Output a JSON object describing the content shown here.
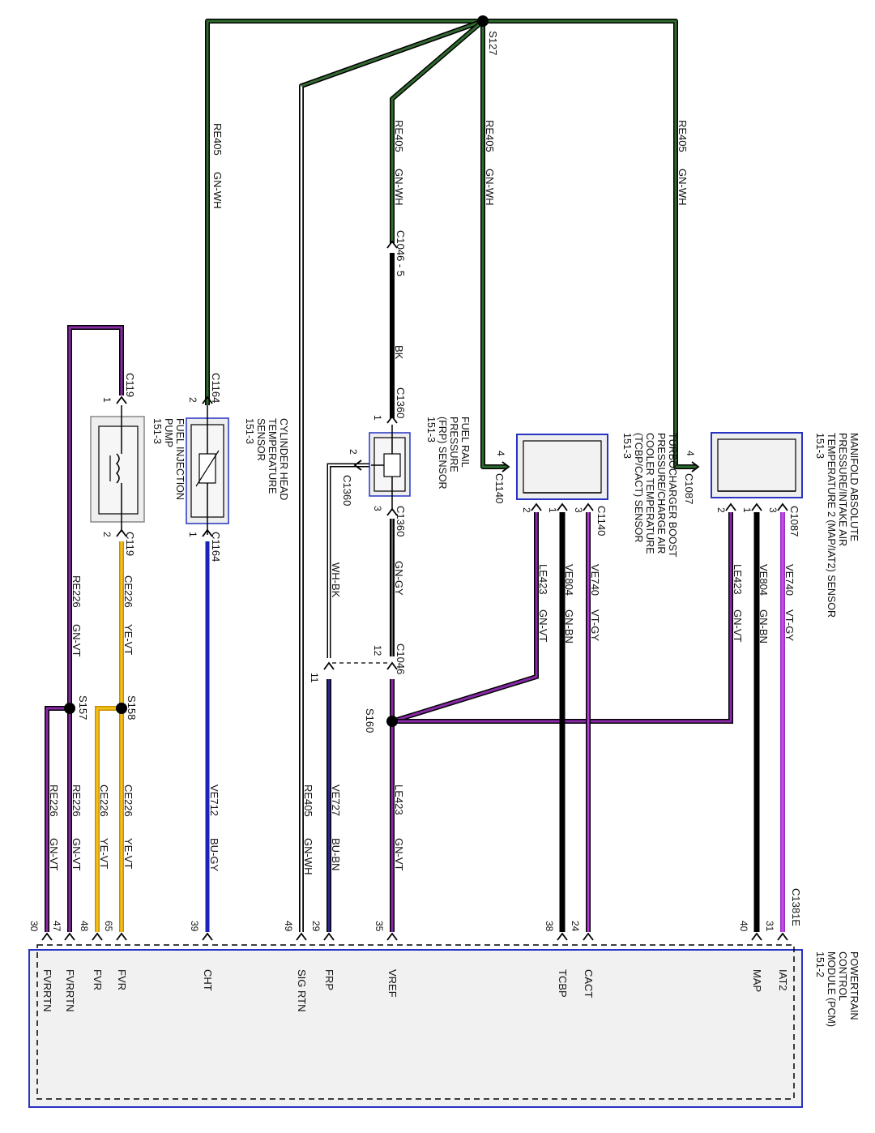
{
  "splices": {
    "s127": "S127",
    "s157": "S157",
    "s158": "S158",
    "s160": "S160"
  },
  "wires": {
    "re405_gnwh_left": {
      "circuit": "RE405",
      "color": "GN-WH"
    },
    "re405_gnwh_mid": {
      "circuit": "RE405",
      "color": "GN-WH"
    },
    "re405_gnwh_tcbp": {
      "circuit": "RE405",
      "color": "GN-WH"
    },
    "re405_gnwh_map": {
      "circuit": "RE405",
      "color": "GN-WH"
    },
    "bk": "BK",
    "gn_gy": "GN-GY",
    "wh_bk": "WH-BK",
    "le423_tcbp": {
      "circuit": "LE423",
      "color": "GN-VT"
    },
    "ve804_tcbp": {
      "circuit": "VE804",
      "color": "GN-BN"
    },
    "ve740_tcbp": {
      "circuit": "VE740",
      "color": "VT-GY"
    },
    "le423_map": {
      "circuit": "LE423",
      "color": "GN-VT"
    },
    "ve804_map": {
      "circuit": "VE804",
      "color": "GN-BN"
    },
    "ve740_map": {
      "circuit": "VE740",
      "color": "VT-GY"
    },
    "re226_upper": {
      "circuit": "RE226",
      "color": "GN-VT"
    },
    "ce226_upper": {
      "circuit": "CE226",
      "color": "YE-VT"
    },
    "re226_a": {
      "circuit": "RE226",
      "color": "GN-VT"
    },
    "re226_b": {
      "circuit": "RE226",
      "color": "GN-VT"
    },
    "ce226_a": {
      "circuit": "CE226",
      "color": "YE-VT"
    },
    "ce226_b": {
      "circuit": "CE226",
      "color": "YE-VT"
    },
    "ve712": {
      "circuit": "VE712",
      "color": "BU-GY"
    },
    "re405_sigrtn": {
      "circuit": "RE405",
      "color": "GN-WH"
    },
    "ve727": {
      "circuit": "VE727",
      "color": "BU-BN"
    },
    "le423_vref": {
      "circuit": "LE423",
      "color": "GN-VT"
    }
  },
  "connectors": {
    "c119_top": "C119",
    "c119_bot": "C119",
    "c1164_top": "C1164",
    "c1164_bot": "C1164",
    "c1046_5": "C1046 - 5",
    "c1360_top": "C1360",
    "c1360_bot": "C1360",
    "c1360_left": "C1360",
    "c1046": "C1046",
    "c1140_a": "C1140",
    "c1140_b": "C1140",
    "c1087_a": "C1087",
    "c1087_b": "C1087",
    "c1381e": "C1381E"
  },
  "components": {
    "fuel_pump": [
      "FUEL INJECTION",
      "PUMP",
      "151-3"
    ],
    "cht_sensor": [
      "CYLINDER HEAD",
      "TEMPERATURE",
      "SENSOR",
      "151-3"
    ],
    "frp_sensor": [
      "FUEL RAIL",
      "PRESSURE",
      "(FRP) SENSOR",
      "151-3"
    ],
    "tcbp_sensor": [
      "TURBOCHARGER BOOST",
      "PRESSURE/CHARGE AIR",
      "COOLER TEMPERATURE",
      "(TCBP/CACT) SENSOR",
      "151-3"
    ],
    "map_sensor": [
      "MANIFOLD ABSOLUTE",
      "PRESSURE/INTAKE AIR",
      "TEMPERATURE 2 (MAP/IAT2) SENSOR",
      "151-3"
    ],
    "pcm": [
      "POWERTRAIN",
      "CONTROL",
      "MODULE (PCM)",
      "151-2"
    ]
  },
  "pins": {
    "p1": "1",
    "p2": "2",
    "p3": "3",
    "p4": "4",
    "p11": "11",
    "p12": "12"
  },
  "pcm_pins": [
    {
      "num": "30",
      "name": "FVRRTN"
    },
    {
      "num": "47",
      "name": "FVRRTN"
    },
    {
      "num": "48",
      "name": "FVR"
    },
    {
      "num": "65",
      "name": "FVR"
    },
    {
      "num": "39",
      "name": "CHT"
    },
    {
      "num": "49",
      "name": "SIG RTN"
    },
    {
      "num": "29",
      "name": "FRP"
    },
    {
      "num": "35",
      "name": "VREF"
    },
    {
      "num": "38",
      "name": "TCBP"
    },
    {
      "num": "24",
      "name": "CACT"
    },
    {
      "num": "40",
      "name": "MAP"
    },
    {
      "num": "31",
      "name": "IAT2"
    }
  ],
  "colors": {
    "gn_wh": "#1f4f1f",
    "purple": "#8a2aa8",
    "violet": "#b23dd6",
    "blue": "#1c22b8",
    "navy": "#1c1c80",
    "yellow": "#f3c21a",
    "black": "#000000",
    "box_border": "#2733c4",
    "box_fill": "#eeeeee"
  }
}
